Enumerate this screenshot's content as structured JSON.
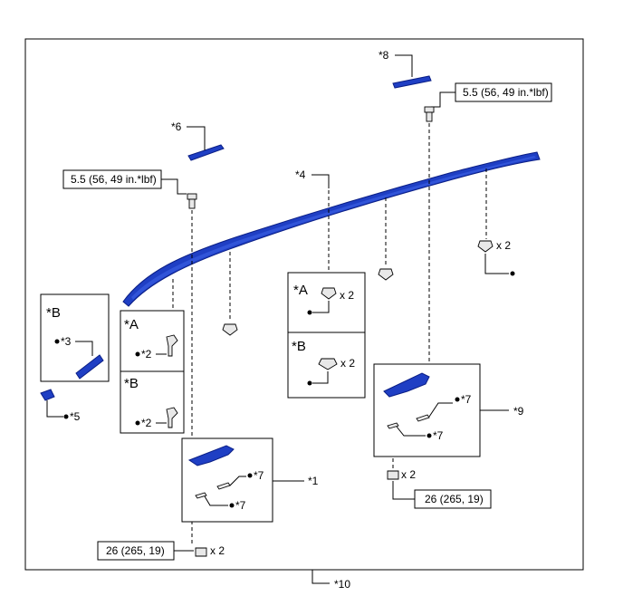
{
  "callouts": {
    "c1": "*1",
    "c2a": "*2",
    "c2b": "*2",
    "c3": "*3",
    "c4": "*4",
    "c5": "*5",
    "c6": "*6",
    "c7a": "*7",
    "c7b": "*7",
    "c7c": "*7",
    "c7d": "*7",
    "c8": "*8",
    "c9": "*9",
    "c10": "*10"
  },
  "views": {
    "a_left": "*A",
    "b_left": "*B",
    "b_far_left": "*B",
    "a_mid": "*A",
    "b_mid": "*B"
  },
  "quantities": {
    "q_mid_a": "x 2",
    "q_mid_b": "x 2",
    "q_right_clip": "x 2",
    "q_right_nut": "x 2",
    "q_bottom_nut": "x 2"
  },
  "torque": {
    "left_bolt": "5.5 (56, 49 in.*lbf)",
    "right_bolt": "5.5 (56, 49 in.*lbf)",
    "right_nut": "26 (265, 19)",
    "bottom_nut": "26 (265, 19)"
  },
  "colors": {
    "part_blue": "#1f3fc4",
    "part_dark": "#0b1f86"
  }
}
